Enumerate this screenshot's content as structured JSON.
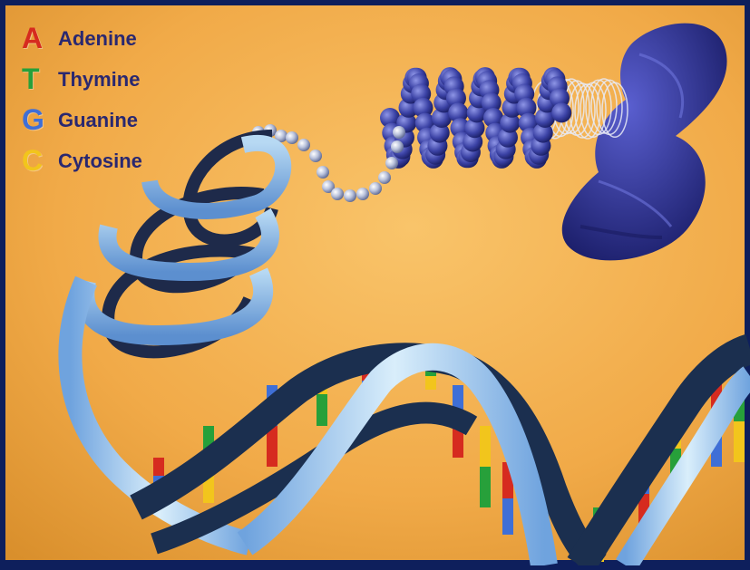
{
  "legend": [
    {
      "letter": "A",
      "label": "Adenine",
      "color": "#d62b1f"
    },
    {
      "letter": "T",
      "label": "Thymine",
      "color": "#27a03a"
    },
    {
      "letter": "G",
      "label": "Guanine",
      "color": "#3f6fd6"
    },
    {
      "letter": "C",
      "label": "Cytosine",
      "color": "#f2c51c"
    }
  ],
  "colors": {
    "background_light": "#f5b95a",
    "background_dark": "#d9902f",
    "frame": "#0e1f5c",
    "ribbon_light": "#cfe6f7",
    "ribbon_mid": "#7fb3e6",
    "ribbon_dark": "#1b2f4f",
    "coil_blue": "#3c43a6",
    "chromosome": "#2f3192",
    "bead": "#c9d2e6"
  }
}
